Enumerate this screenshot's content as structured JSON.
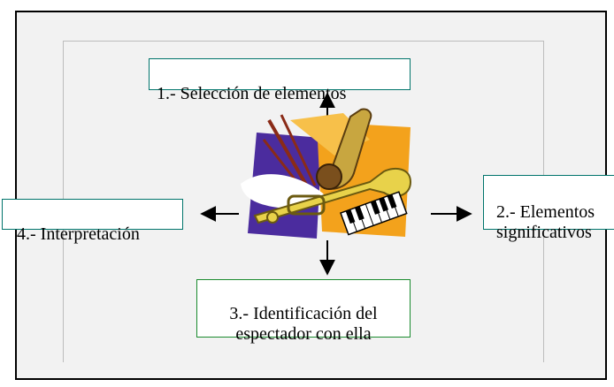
{
  "diagram": {
    "steps": [
      {
        "label": "1.- Selección de elementos"
      },
      {
        "label": "2.- Elementos\nsignificativos"
      },
      {
        "label": "3.- Identificación del\nespectador con ella"
      },
      {
        "label": "4.- Interpretación"
      }
    ],
    "center_icon": "musical-instruments-clipart",
    "colors": {
      "box_border": "#00746b",
      "box3_border": "#1a8a2e",
      "frame_border": "#000000",
      "background": "#f2f2f2",
      "purple": "#4b2c9e",
      "orange": "#f3a21c",
      "brass": "#c8a640"
    }
  }
}
